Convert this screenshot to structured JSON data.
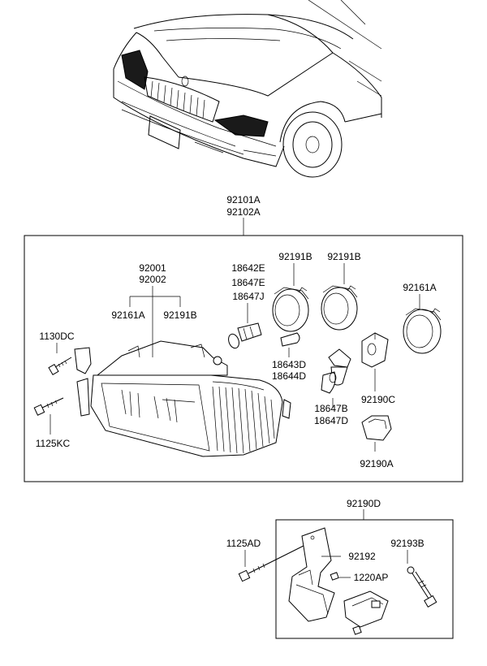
{
  "callouts": {
    "assembly_top": "92101A",
    "assembly_bottom": "92102A",
    "lamp_top": "92001",
    "lamp_bottom": "92002",
    "lamp_sub_left": "92161A",
    "lamp_sub_right": "92191B",
    "screw_upper": "1130DC",
    "screw_lower": "1125KC",
    "bulb_a": "18642E",
    "bulb_b": "18647E",
    "bulb_c": "18647J",
    "ring_1": "92191B",
    "ring_2": "92191B",
    "ring_3": "92161A",
    "small_bulb_1": "18643D",
    "small_bulb_2": "18644D",
    "h_bulb_1": "18647B",
    "h_bulb_2": "18647D",
    "socket_c": "92190C",
    "socket_a": "92190A",
    "leveling_assy": "92190D",
    "bolt": "1125AD",
    "bracket": "92192",
    "nut": "1220AP",
    "rod": "92193B"
  }
}
